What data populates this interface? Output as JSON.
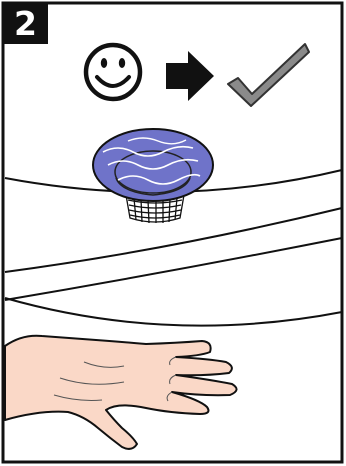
{
  "step": {
    "number": "2"
  },
  "status_row": {
    "start_icon": "smiley-face-icon",
    "arrow_icon": "arrow-right-icon",
    "result_icon": "checkmark-icon"
  },
  "illustration": {
    "filter_cap": "water-filter-cap",
    "faucet_base": "faucet-base",
    "hand": "open-hand",
    "colors": {
      "filter_fill": "#6f73c9",
      "checkmark": "#8a8a8a",
      "outline": "#111111"
    }
  }
}
